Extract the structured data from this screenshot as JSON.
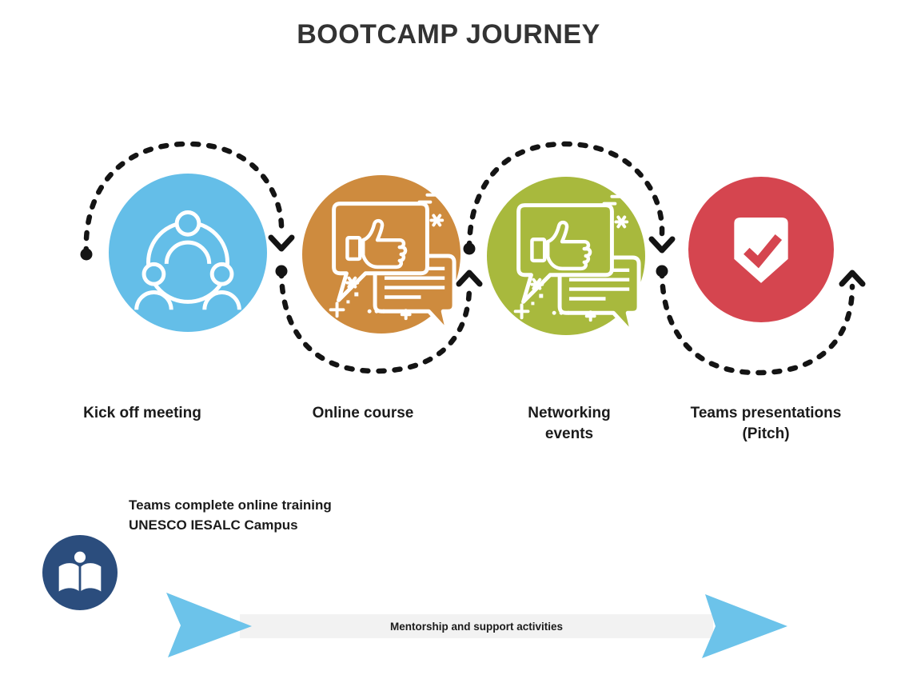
{
  "title": "BOOTCAMP JOURNEY",
  "steps": [
    {
      "label": "Kick off meeting",
      "color": "#64BEE8",
      "icon": "team-meeting-icon"
    },
    {
      "label": "Online course",
      "color": "#CE8B3E",
      "icon": "chat-feedback-icon"
    },
    {
      "label": "Networking events",
      "color": "#A8B93D",
      "icon": "chat-feedback-icon"
    },
    {
      "label": "Teams presentations (Pitch)",
      "color": "#D5454F",
      "icon": "shield-check-icon"
    }
  ],
  "connector": {
    "style": "dashed-loop",
    "color": "#141414"
  },
  "training": {
    "note": "Teams complete online training\nUNESCO IESALC Campus",
    "icon": "book-learning-icon",
    "icon_color": "#2B4D7D"
  },
  "mentorship": {
    "label": "Mentorship and support activities",
    "band_color": "#F2F2F2",
    "arrow_color": "#6CC3EA"
  }
}
